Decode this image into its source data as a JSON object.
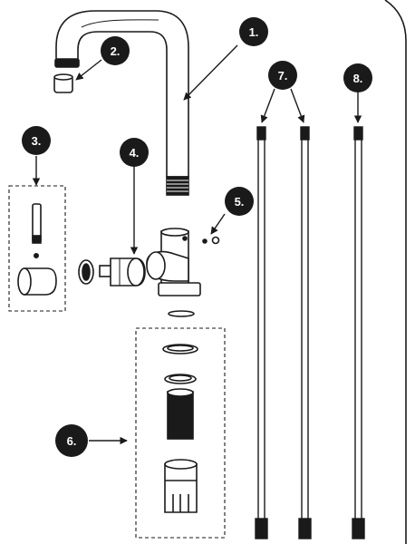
{
  "diagram": {
    "ink_color": "#1a1a1a",
    "fill_color": "#ffffff",
    "callouts": [
      {
        "id": "c1",
        "label": "1."
      },
      {
        "id": "c2",
        "label": "2."
      },
      {
        "id": "c3",
        "label": "3."
      },
      {
        "id": "c4",
        "label": "4."
      },
      {
        "id": "c5",
        "label": "5."
      },
      {
        "id": "c6",
        "label": "6."
      },
      {
        "id": "c7",
        "label": "7."
      },
      {
        "id": "c8",
        "label": "8."
      }
    ]
  }
}
